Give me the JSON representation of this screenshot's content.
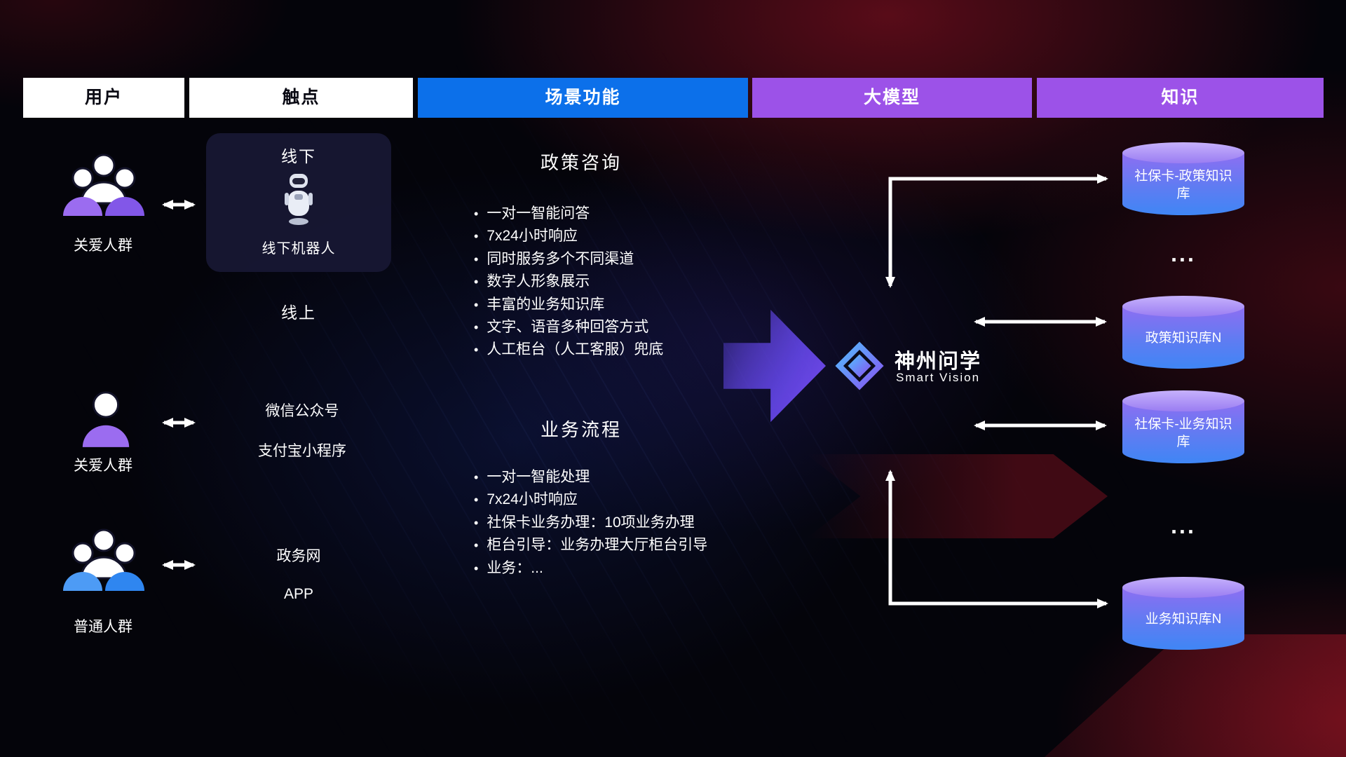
{
  "header": {
    "columns": [
      {
        "label": "用户"
      },
      {
        "label": "触点"
      },
      {
        "label": "场景功能"
      },
      {
        "label": "大模型"
      },
      {
        "label": "知识"
      }
    ]
  },
  "users": {
    "groups": [
      {
        "label": "关爱人群",
        "icon": "user-group-purple-icon"
      },
      {
        "label": "关爱人群",
        "icon": "user-single-purple-icon"
      },
      {
        "label": "普通人群",
        "icon": "user-group-blue-icon"
      }
    ]
  },
  "touchpoints": {
    "offline_title": "线下",
    "offline_robot": "线下机器人",
    "online_title": "线上",
    "wechat": "微信公众号",
    "alipay": "支付宝小程序",
    "gov": "政务网",
    "app": "APP"
  },
  "scenarios": [
    {
      "title": "政策咨询",
      "items": [
        "一对一智能问答",
        "7x24小时响应",
        "同时服务多个不同渠道",
        "数字人形象展示",
        "丰富的业务知识库",
        "文字、语音多种回答方式",
        "人工柜台（人工客服）兜底"
      ]
    },
    {
      "title": "业务流程",
      "items": [
        "一对一智能处理",
        "7x24小时响应",
        "社保卡业务办理：10项业务办理",
        "柜台引导：业务办理大厅柜台引导",
        "业务：..."
      ]
    }
  ],
  "model": {
    "name": "神州问学",
    "subtitle": "Smart Vision",
    "logo_icon": "diamond-logo-icon"
  },
  "knowledge": {
    "nodes": [
      "社保卡-政策知识库",
      "政策知识库N",
      "社保卡-业务知识库",
      "业务知识库N"
    ],
    "ellipsis": "...",
    "node_icon": "database-cylinder-icon"
  },
  "ui": {
    "bullet": "•",
    "double_arrow_icon": "double-headed-arrow-icon",
    "flow_arrow_icon": "right-flow-arrow-icon"
  },
  "colors": {
    "header_blue": "#0c70ea",
    "header_purple": "#9c52e8",
    "cylinder_top": "#c6b1fc",
    "cylinder_bottom": "#3f86f5",
    "accent_purple": "#7c4ff5",
    "user_purple": "#9b6cf0",
    "user_blue": "#4d9bf5",
    "arrow_white": "#ffffff",
    "background_red": "#8c1220",
    "background_blue": "#182a82"
  }
}
